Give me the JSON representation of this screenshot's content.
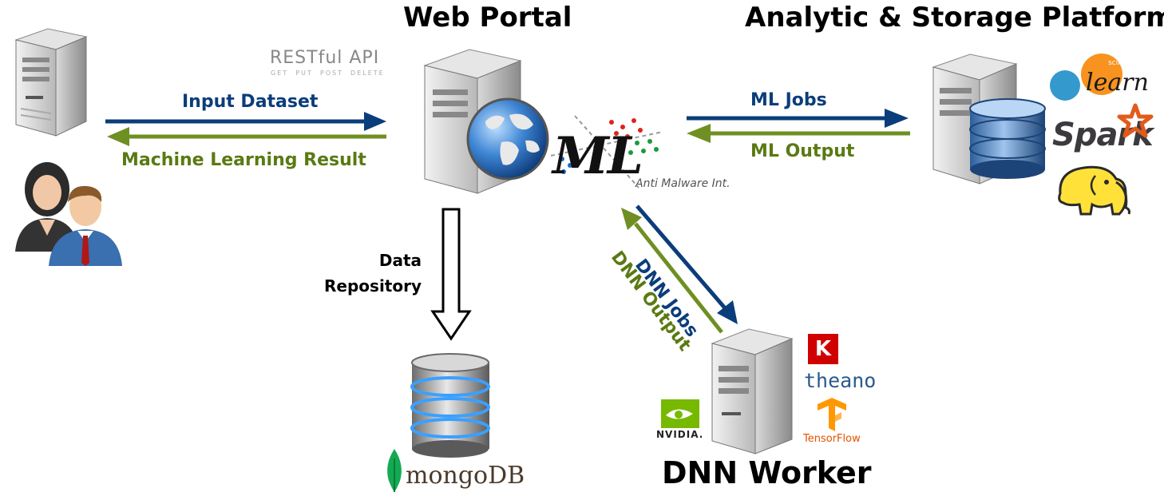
{
  "titles": {
    "web_portal": "Web Portal",
    "analytic_platform": "Analytic & Storage Platform",
    "dnn_worker": "DNN Worker"
  },
  "restful": {
    "title": "RESTful API",
    "methods": "GET  PUT  POST  DELETE"
  },
  "edges": {
    "input_dataset": "Input Dataset",
    "ml_result": "Machine Learning Result",
    "ml_jobs": "ML Jobs",
    "ml_output": "ML Output",
    "dnn_jobs": "DNN Jobs",
    "dnn_output": "DNN Output",
    "data_repository_line1": "Data",
    "data_repository_line2": "Repository"
  },
  "logos": {
    "ml": "ML",
    "ml_caption": "Anti Malware Int.",
    "scikit_small": "scikit",
    "scikit_learn": "learn",
    "spark": "Spark",
    "keras": "K",
    "theano": "theano",
    "tensorflow": "TensorFlow",
    "nvidia": "NVIDIA.",
    "mongodb": "mongoDB"
  },
  "colors": {
    "blue_arrow": "#0b3d7a",
    "green_arrow": "#6f8f22"
  }
}
